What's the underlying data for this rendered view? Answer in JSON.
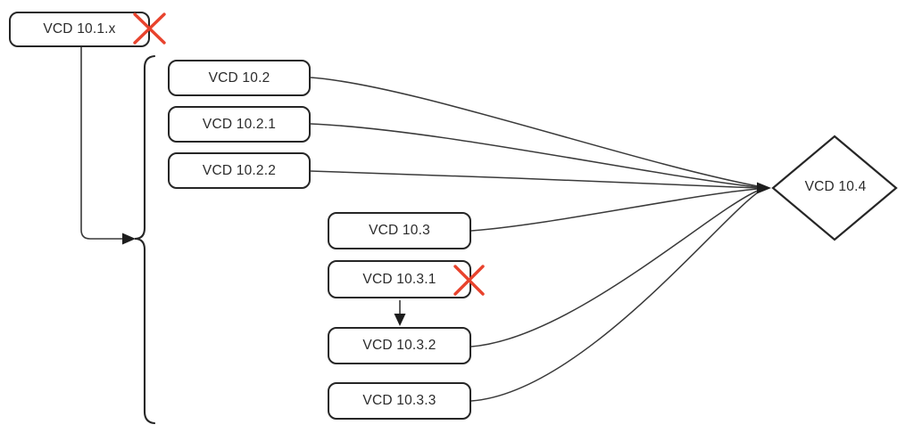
{
  "diagram": {
    "description": "VCD upgrade path flowchart",
    "nodes": [
      {
        "id": "vcd-10-1-x",
        "label": "VCD 10.1.x",
        "shape": "rounded-box",
        "status": "crossed-out"
      },
      {
        "id": "vcd-10-2",
        "label": "VCD 10.2",
        "shape": "rounded-box",
        "status": "normal"
      },
      {
        "id": "vcd-10-2-1",
        "label": "VCD 10.2.1",
        "shape": "rounded-box",
        "status": "normal"
      },
      {
        "id": "vcd-10-2-2",
        "label": "VCD 10.2.2",
        "shape": "rounded-box",
        "status": "normal"
      },
      {
        "id": "vcd-10-3",
        "label": "VCD 10.3",
        "shape": "rounded-box",
        "status": "normal"
      },
      {
        "id": "vcd-10-3-1",
        "label": "VCD 10.3.1",
        "shape": "rounded-box",
        "status": "crossed-out"
      },
      {
        "id": "vcd-10-3-2",
        "label": "VCD 10.3.2",
        "shape": "rounded-box",
        "status": "normal"
      },
      {
        "id": "vcd-10-3-3",
        "label": "VCD 10.3.3",
        "shape": "rounded-box",
        "status": "normal"
      },
      {
        "id": "vcd-10-4",
        "label": "VCD 10.4",
        "shape": "diamond",
        "status": "normal"
      }
    ],
    "edges": [
      {
        "from": "vcd-10-1-x",
        "to": "brace-group(10.2 through 10.3.x)",
        "type": "elbow-arrow"
      },
      {
        "from": "vcd-10-2",
        "to": "vcd-10-4",
        "type": "curve"
      },
      {
        "from": "vcd-10-2-1",
        "to": "vcd-10-4",
        "type": "curve"
      },
      {
        "from": "vcd-10-2-2",
        "to": "vcd-10-4",
        "type": "curve"
      },
      {
        "from": "vcd-10-3",
        "to": "vcd-10-4",
        "type": "curve"
      },
      {
        "from": "vcd-10-3-1",
        "to": "vcd-10-3-2",
        "type": "straight-arrow"
      },
      {
        "from": "vcd-10-3-2",
        "to": "vcd-10-4",
        "type": "curve"
      },
      {
        "from": "vcd-10-3-3",
        "to": "vcd-10-4",
        "type": "curve"
      }
    ],
    "colors": {
      "node_border": "#262626",
      "edge_line": "#3a3a3a",
      "cross_mark": "#e8432d",
      "text": "#2b2b2b",
      "background": "#ffffff"
    }
  }
}
